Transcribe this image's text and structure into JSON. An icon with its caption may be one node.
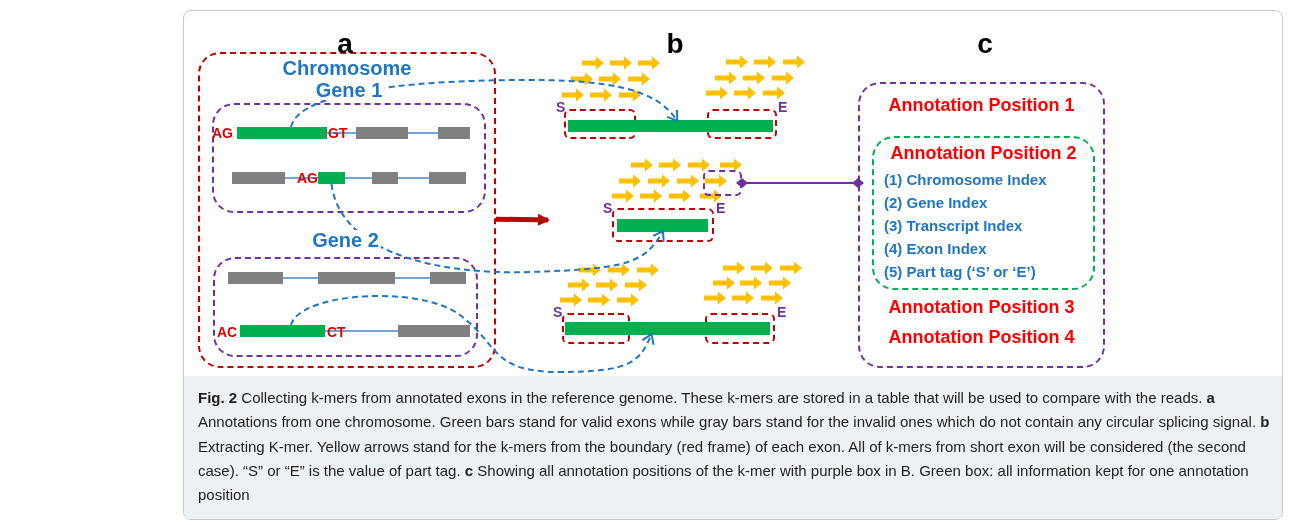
{
  "diagram": {
    "caption": "**Fig. 2** Collecting k-mers from annotated exons in the reference genome. These k-mers are stored in a table that will be used to compare with the reads. **a** Annotations from one chromosome. Green bars stand for valid exons while gray bars stand for the invalid ones which do not contain any circular splicing signal. **b** Extracting K-mer. Yellow arrows stand for the k-mers from the boundary (red frame) of each exon. All of k-mers from short exon will be considered (the second case). “S” or “E” is the value of part tag. **c** Showing all annotation positions of the k-mer with purple box in B. Green box: all information kept for one annotation position",
    "nodes": [
      {
        "text": [
          "Chromosome"
        ]
      },
      {
        "text": [
          "Gene 1"
        ],
        "in": 0
      },
      {
        "text": [],
        "shape": "bar",
        "in": 1,
        "beside": [
          "AG",
          "GT"
        ]
      },
      {
        "text": [],
        "shape": "bar",
        "in": 1,
        "beside": [
          "AG"
        ]
      },
      {
        "text": [
          "Gene 2"
        ],
        "in": 0
      },
      {
        "text": [],
        "shape": "bar",
        "in": 4,
        "beside": [
          "AC",
          "CT"
        ]
      },
      {
        "text": [],
        "shape": "bar",
        "beside": [
          "S",
          "E"
        ]
      },
      {
        "text": [],
        "shape": "bar",
        "beside": [
          "S",
          "E"
        ]
      },
      {
        "text": [],
        "shape": "box"
      },
      {
        "text": [],
        "shape": "bar",
        "beside": [
          "S",
          "E"
        ]
      },
      {
        "text": [
          "Annotation Position 1",
          "Annotation Position 3",
          "Annotation Position 4"
        ]
      },
      {
        "text": [
          "Annotation Position 2",
          "(1) Chromosome  Index",
          "(2) Gene Index",
          "(3) Transcript  Index",
          "(4) Exon  Index",
          "(5) Part tag (‘S’ or ‘E’)"
        ],
        "in": 10
      }
    ],
    "edges": [
      {
        "from": 2,
        "to": 6,
        "arrow": "to",
        "style": "dashed"
      },
      {
        "from": 3,
        "to": 7,
        "arrow": "to",
        "style": "dashed"
      },
      {
        "from": 5,
        "to": 9,
        "arrow": "to",
        "style": "dashed"
      },
      {
        "from": 0,
        "to": null,
        "arrow": "to",
        "style": "thick",
        "color": "#c00000"
      },
      {
        "from": 8,
        "to": 10,
        "arrow": "other",
        "color": "#7030a0"
      }
    ],
    "labels": [
      "a",
      "b",
      "c"
    ]
  }
}
